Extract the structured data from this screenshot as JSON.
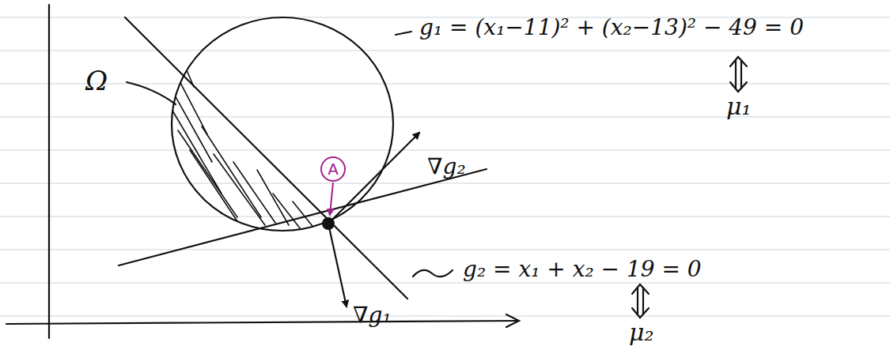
{
  "diagram": {
    "nodes": [
      {
        "text": [
          "A"
        ]
      }
    ],
    "labels": [
      "Ω",
      "g₁ = (x₁−11)² + (x₂−13)² − 49 = 0",
      "μ₁",
      "∇g₂",
      "g₂ = x₁ + x₂ − 19 = 0",
      "μ₂",
      "∇g₁"
    ]
  }
}
